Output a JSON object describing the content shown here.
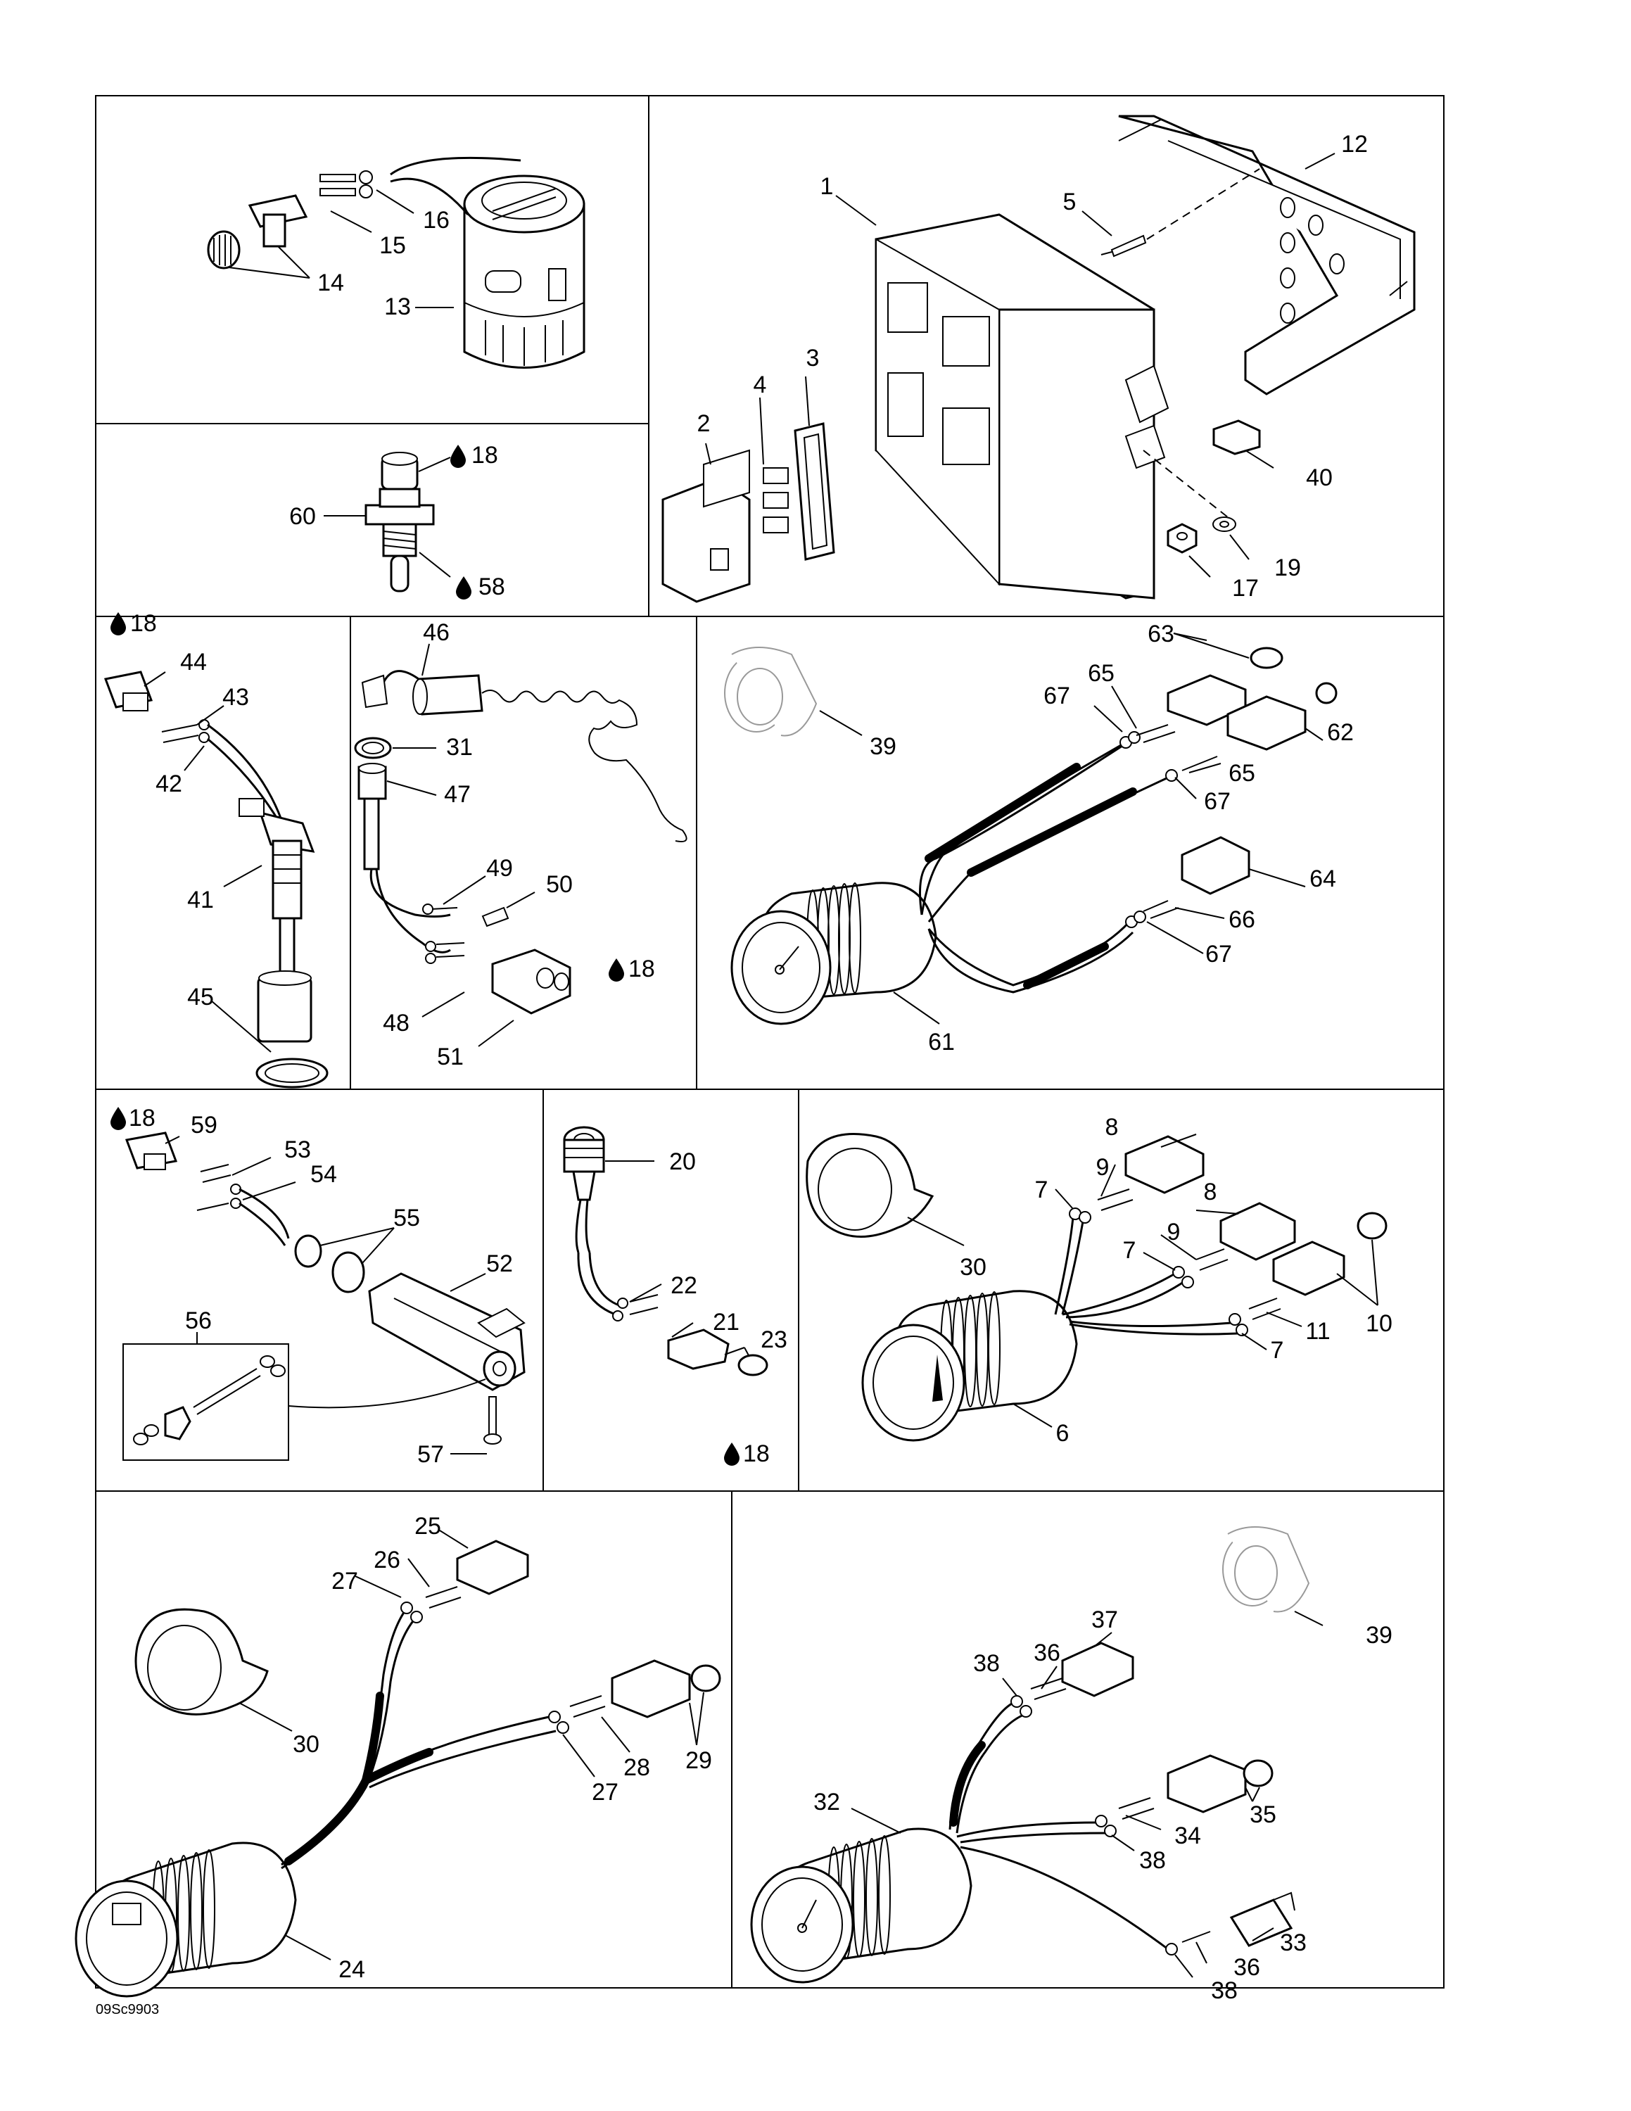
{
  "figure_code": "09Sc9903",
  "callouts": {
    "c1": "1",
    "c2": "2",
    "c3": "3",
    "c4": "4",
    "c5": "5",
    "c6": "6",
    "c7a": "7",
    "c7b": "7",
    "c7c": "7",
    "c8a": "8",
    "c8b": "8",
    "c9a": "9",
    "c9b": "9",
    "c10": "10",
    "c11": "11",
    "c12": "12",
    "c13": "13",
    "c14": "14",
    "c15": "15",
    "c16": "16",
    "c17": "17",
    "c18a": "18",
    "c18b": "18",
    "c18c": "18",
    "c18d": "18",
    "c18e": "18",
    "c19": "19",
    "c20": "20",
    "c21": "21",
    "c22": "22",
    "c23": "23",
    "c24": "24",
    "c25": "25",
    "c26": "26",
    "c27a": "27",
    "c27b": "27",
    "c28": "28",
    "c29": "29",
    "c30a": "30",
    "c30b": "30",
    "c31": "31",
    "c32": "32",
    "c33": "33",
    "c34": "34",
    "c35": "35",
    "c36a": "36",
    "c36b": "36",
    "c37": "37",
    "c38a": "38",
    "c38b": "38",
    "c38c": "38",
    "c39a": "39",
    "c39b": "39",
    "c40": "40",
    "c41": "41",
    "c42": "42",
    "c43": "43",
    "c44": "44",
    "c45": "45",
    "c46": "46",
    "c47": "47",
    "c48": "48",
    "c49": "49",
    "c50": "50",
    "c51": "51",
    "c52": "52",
    "c53": "53",
    "c54": "54",
    "c55": "55",
    "c56": "56",
    "c57": "57",
    "c58": "58",
    "c59": "59",
    "c60": "60",
    "c61": "61",
    "c62": "62",
    "c63": "63",
    "c64": "64",
    "c65a": "65",
    "c65b": "65",
    "c66": "66",
    "c67a": "67",
    "c67b": "67",
    "c67c": "67"
  }
}
